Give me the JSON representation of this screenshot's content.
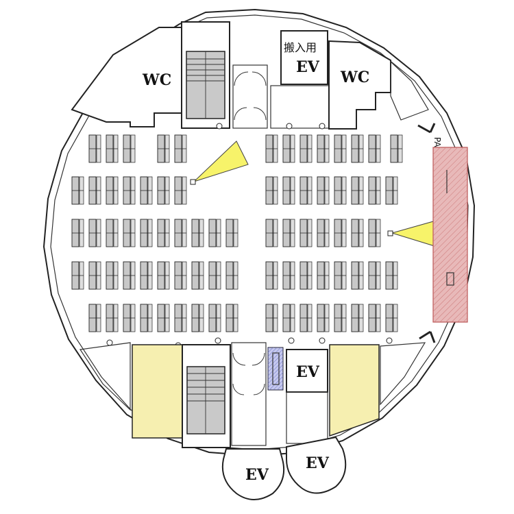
{
  "labels": {
    "wc_left": "WC",
    "wc_right": "WC",
    "ev_freight_note": "搬入用",
    "ev_freight": "EV",
    "ev_center": "EV",
    "ev_bottom_left": "EV",
    "ev_bottom_right": "EV",
    "pa": "PA"
  },
  "colors": {
    "storage_fill": "#f6efb0",
    "stage_fill": "#e8b9b9",
    "projector_beam": "#f7f36a",
    "stairs_fill": "#c9c9c9",
    "desk_fill": "#c8c8c8"
  }
}
